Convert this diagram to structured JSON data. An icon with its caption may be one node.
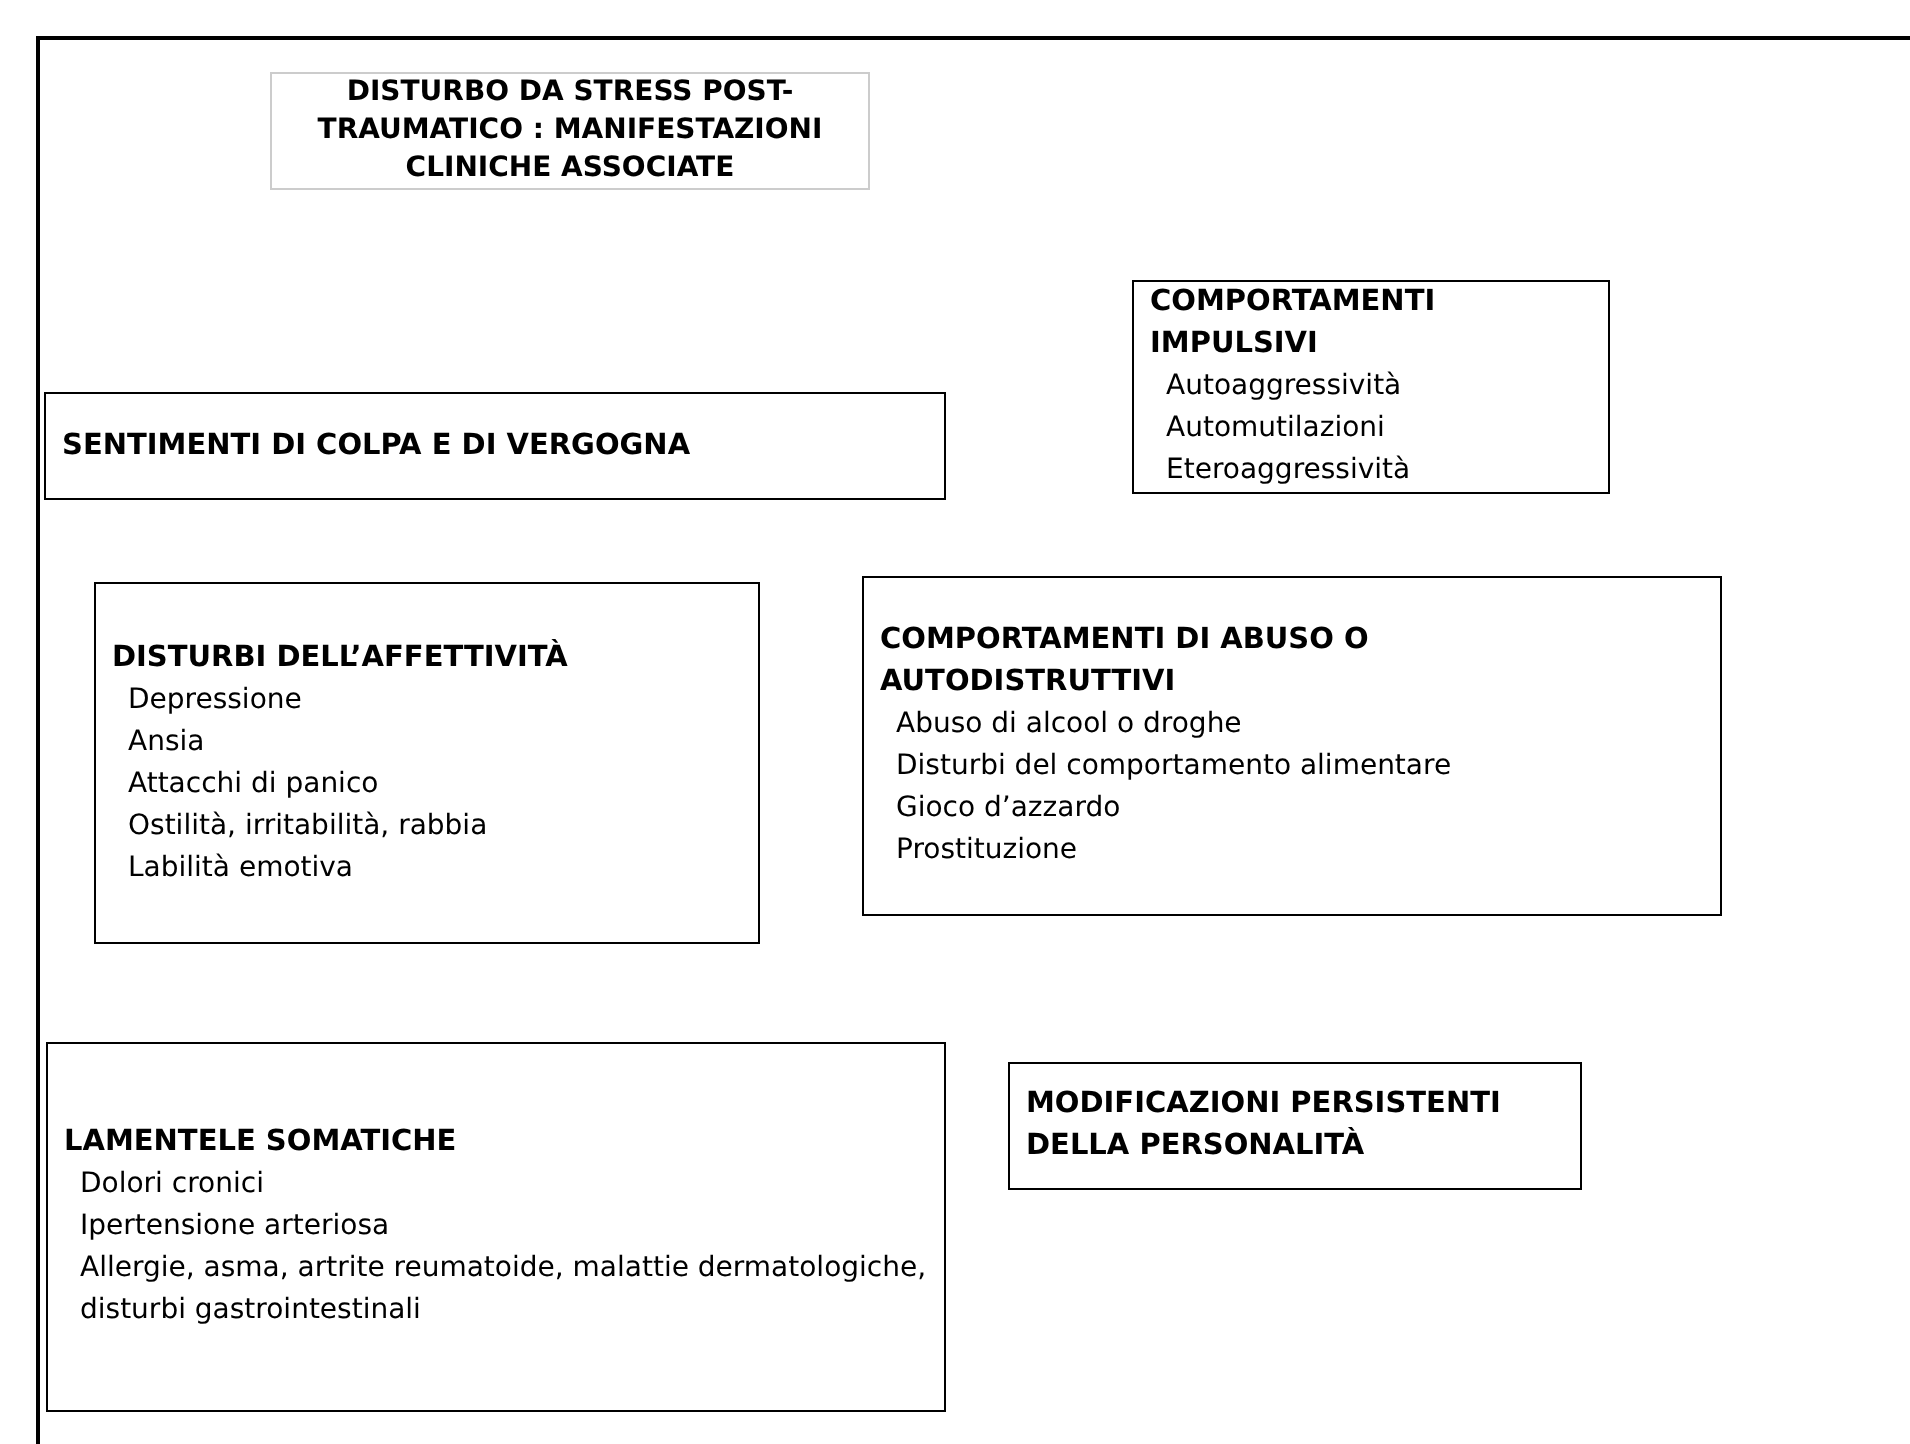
{
  "diagram": {
    "title": "DISTURBO DA STRESS POST-TRAUMATICO : MANIFESTAZIONI CLINICHE ASSOCIATE",
    "nodes": [
      {
        "text": [
          "COMPORTAMENTI IMPULSIVI",
          "Autoaggressività",
          "Automutilazioni",
          "Eteroaggressività"
        ]
      },
      {
        "text": [
          "SENTIMENTI DI COLPA E DI VERGOGNA"
        ]
      },
      {
        "text": [
          "DISTURBI DELL’AFFETTIVITÀ",
          "Depressione",
          "Ansia",
          "Attacchi di panico",
          "Ostilità,  irritabilità,  rabbia",
          "Labilità emotiva"
        ]
      },
      {
        "text": [
          "COMPORTAMENTI DI ABUSO O AUTODISTRUTTIVI",
          "Abuso di alcool o droghe",
          "Disturbi del comportamento alimentare",
          "Gioco d’azzardo",
          "Prostituzione"
        ]
      },
      {
        "text": [
          "LAMENTELE SOMATICHE",
          "Dolori cronici",
          "Ipertensione arteriosa",
          "Allergie, asma, artrite reumatoide, malattie dermatologiche, disturbi gastrointestinali"
        ]
      },
      {
        "text": [
          "MODIFICAZIONI PERSISTENTI DELLA PERSONALITÀ"
        ]
      }
    ],
    "edges": []
  }
}
